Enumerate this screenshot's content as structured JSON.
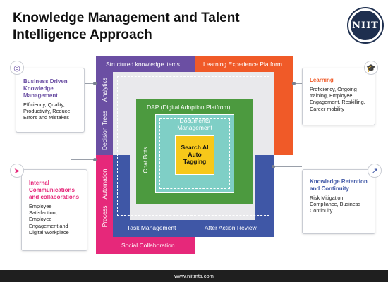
{
  "title": "Knowledge Management and Talent Intelligence Approach",
  "logo_text": "NIIT",
  "bands": {
    "structured_knowledge": "Structured knowledge items",
    "learning_experience": "Learning Experience Platform",
    "analytics": "Analytics",
    "decision_trees": "Decision Trees",
    "automation": "Automation",
    "process": "Process",
    "task_management": "Task Management",
    "after_action": "After Action Review",
    "social_collaboration": "Social Collaboration",
    "dap": "DAP (Digital Adoption Platfrom)",
    "chat_bots": "Chat Bots",
    "documents": "Documents Management",
    "center": "Search AI Auto Tagging"
  },
  "cards": {
    "business": {
      "heading": "Business Driven Knowledge Management",
      "body": "Efficiency, Quality, Productivity, Reduce Errors and Mistakes"
    },
    "learning": {
      "heading": "Learning",
      "body": "Proficiency, Ongoing training, Employee Engagement, Reskilling, Career mobility"
    },
    "internal": {
      "heading": "Internal Communications and collaborations",
      "body": "Employee Satisfaction, Employee Engagement and Digital Workplace"
    },
    "retention": {
      "heading": "Knowledge Retention and Continuity",
      "body": "Risk Mitigation, Compliance, Business Continuity"
    }
  },
  "icons": {
    "business": "target-icon",
    "learning": "graduation-cap-icon",
    "internal": "paper-plane-icon",
    "retention": "growth-chart-icon"
  },
  "colors": {
    "purple": "#6b4fa3",
    "orange": "#f05a28",
    "magenta": "#e6287a",
    "blue": "#3f57a6",
    "green": "#4c9a3f",
    "teal": "#7fcfc6",
    "yellow": "#f7c81a",
    "gray": "#e9e9ec",
    "business_head": "#6b4fa3",
    "learning_head": "#f05a28",
    "internal_head": "#e6287a",
    "retention_head": "#3f57a6"
  },
  "footer": "www.niitmts.com"
}
